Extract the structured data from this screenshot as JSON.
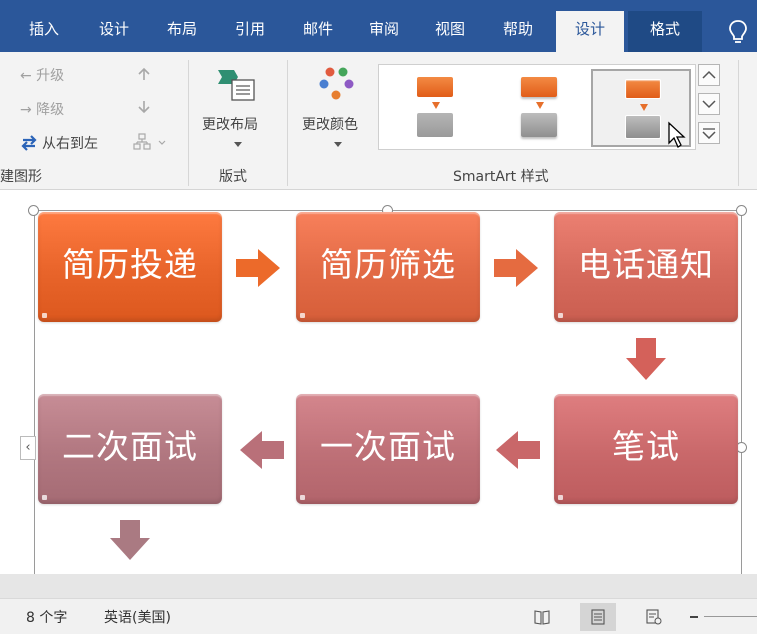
{
  "ribbon_tabs": {
    "insert": "插入",
    "design": "设计",
    "layout": "布局",
    "references": "引用",
    "mailings": "邮件",
    "review": "审阅",
    "view": "视图",
    "help": "帮助",
    "smartart_design": "设计",
    "format": "格式",
    "tell_me_icon": "lightbulb-icon"
  },
  "create_graphic": {
    "promote": "← 升级",
    "demote": "→ 降级",
    "right_to_left": "从右到左",
    "group_label": "建图形"
  },
  "layouts_group": {
    "change_layout": "更改布局",
    "group_label": "版式"
  },
  "colors_group": {
    "change_colors": "更改颜色"
  },
  "styles_group": {
    "group_label": "SmartArt 样式",
    "selected_index": 2
  },
  "diagram": {
    "steps": [
      "简历投递",
      "简历筛选",
      "电话通知",
      "笔试",
      "一次面试",
      "二次面试"
    ],
    "colors": {
      "step1": "#e8642a",
      "step2": "#e26a45",
      "step3": "#d66a5c",
      "step4": "#c9686a",
      "step5": "#be7077",
      "step6": "#b17780"
    },
    "text_pane_toggle": "‹"
  },
  "statusbar": {
    "word_count": "8 个字",
    "language": "英语(美国)"
  }
}
